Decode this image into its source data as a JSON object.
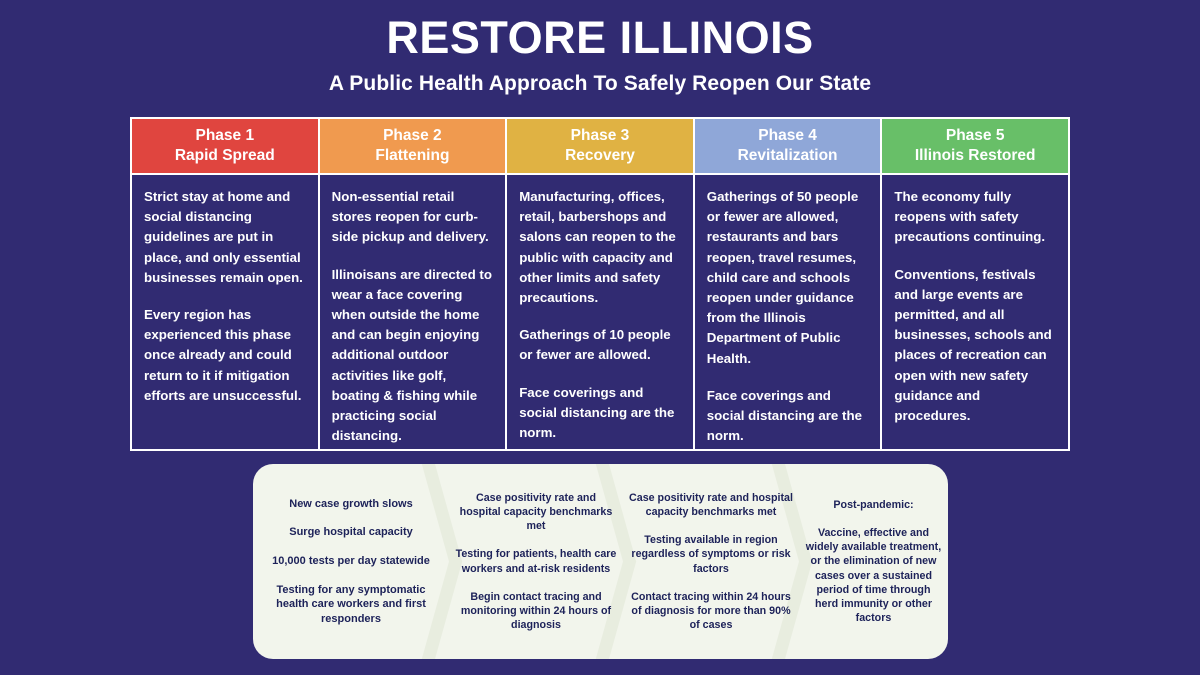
{
  "header": {
    "title": "RESTORE ILLINOIS",
    "subtitle": "A Public Health Approach To Safely Reopen Our State"
  },
  "colors": {
    "background": "#312b72",
    "panel": "#f2f5ec",
    "phase1": "#e0453f",
    "phase2": "#f09a4f",
    "phase3": "#e0b243",
    "phase4": "#8fa7d8",
    "phase5": "#68bf68",
    "chevron_text": "#1d2259"
  },
  "phases": [
    {
      "number": "Phase 1",
      "name": "Rapid Spread",
      "color": "#e0453f",
      "paragraphs": [
        "Strict stay at home and social distancing guidelines are put in place, and only essential businesses remain open.",
        "Every region has experienced this phase once already and could return to it if mitigation efforts are unsuccessful."
      ]
    },
    {
      "number": "Phase 2",
      "name": "Flattening",
      "color": "#f09a4f",
      "paragraphs": [
        "Non-essential retail stores reopen for curb-side pickup and delivery.",
        "Illinoisans are directed to wear a face covering when outside the home and can begin enjoying additional outdoor activities like golf, boating & fishing while practicing social distancing."
      ]
    },
    {
      "number": "Phase 3",
      "name": "Recovery",
      "color": "#e0b243",
      "paragraphs": [
        "Manufacturing, offices, retail, barbershops and salons can reopen to the public with capacity and other limits and safety precautions.",
        "Gatherings of 10 people or fewer are allowed.",
        "Face coverings and social distancing are the norm."
      ]
    },
    {
      "number": "Phase 4",
      "name": "Revitalization",
      "color": "#8fa7d8",
      "paragraphs": [
        "Gatherings of 50 people or fewer are allowed, restaurants and bars reopen, travel resumes, child care and schools reopen under guidance from the Illinois Department of Public Health.",
        "Face coverings and social distancing are the norm."
      ]
    },
    {
      "number": "Phase 5",
      "name": "Illinois Restored",
      "color": "#68bf68",
      "paragraphs": [
        "The economy fully reopens with safety precautions continuing.",
        "Conventions, festivals and large events are permitted, and all businesses, schools and places of recreation can open with new safety guidance and procedures."
      ]
    }
  ],
  "criteria": [
    {
      "items": [
        "New case growth slows",
        "Surge hospital capacity",
        "10,000 tests per day statewide",
        "Testing for any symptomatic health care workers and first responders"
      ]
    },
    {
      "items": [
        "Case positivity rate and hospital capacity benchmarks met",
        "Testing for patients, health care workers and at-risk residents",
        "Begin contact tracing and monitoring within 24 hours of diagnosis"
      ]
    },
    {
      "items": [
        "Case positivity rate and hospital capacity benchmarks met",
        "Testing available in region regardless of symptoms or risk factors",
        "Contact tracing within 24 hours of diagnosis for more than 90% of cases"
      ]
    },
    {
      "items": [
        "Post-pandemic:",
        "Vaccine, effective and widely available treatment, or the elimination of new cases over a sustained period of time through herd immunity or other factors"
      ]
    }
  ]
}
